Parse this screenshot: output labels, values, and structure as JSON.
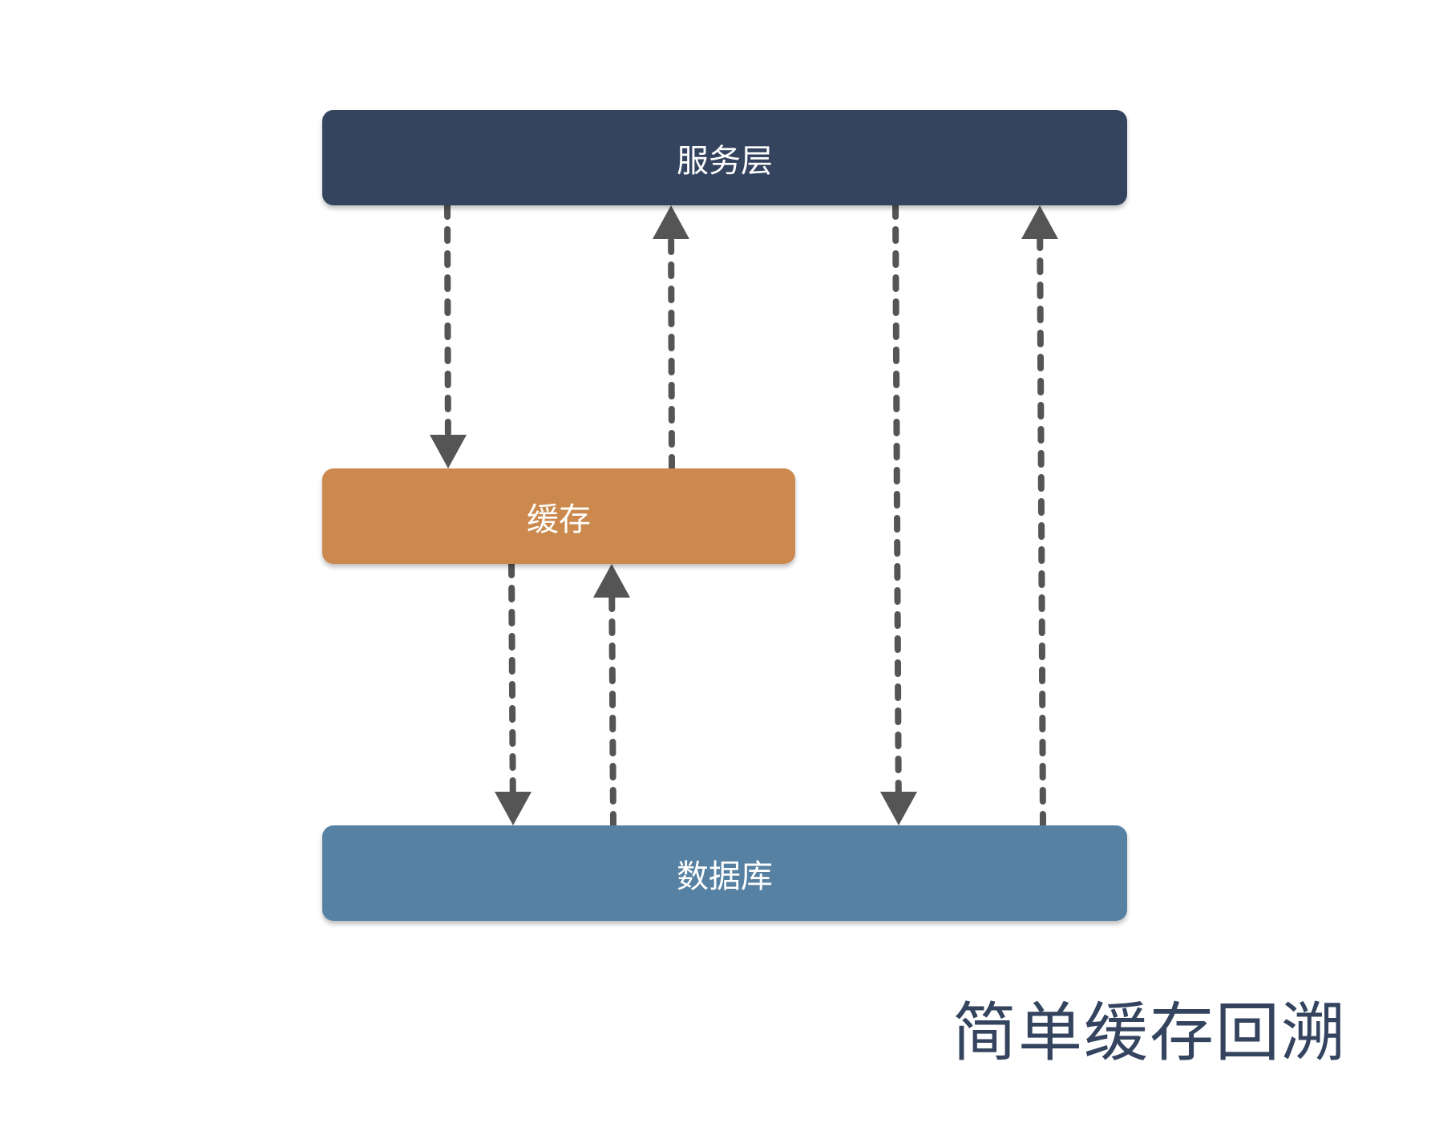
{
  "diagram": {
    "nodes": {
      "service": {
        "label": "服务层",
        "color": "#34445f"
      },
      "cache": {
        "label": "缓存",
        "color": "#cb894d"
      },
      "database": {
        "label": "数据库",
        "color": "#5681a2"
      }
    },
    "edges": [
      {
        "from": "service",
        "to": "cache"
      },
      {
        "from": "cache",
        "to": "service"
      },
      {
        "from": "cache",
        "to": "database"
      },
      {
        "from": "database",
        "to": "cache"
      },
      {
        "from": "service",
        "to": "database"
      },
      {
        "from": "database",
        "to": "service"
      }
    ],
    "edge_style": {
      "line": "dashed",
      "color": "#555555"
    }
  },
  "caption": {
    "text": "简单缓存回溯",
    "color": "#34445f"
  }
}
